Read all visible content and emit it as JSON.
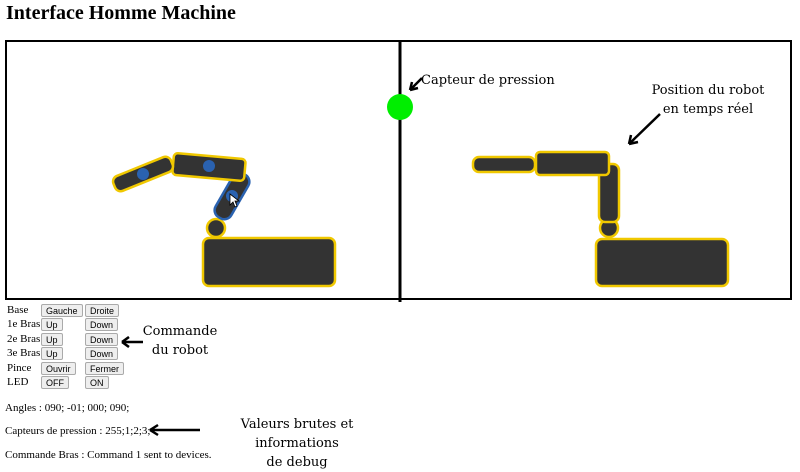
{
  "title": "Interface Homme Machine",
  "annotations": {
    "sensor": "Capteur de pression",
    "position_line1": "Position du robot",
    "position_line2": "en temps réel",
    "command_line1": "Commande",
    "command_line2": "du robot",
    "debug_line1": "Valeurs brutes et informations",
    "debug_line2": "de debug"
  },
  "controls": [
    {
      "label": "Base",
      "btn1": "Gauche",
      "btn2": "Droite"
    },
    {
      "label": "1e Bras",
      "btn1": "Up",
      "btn2": "Down"
    },
    {
      "label": "2e Bras",
      "btn1": "Up",
      "btn2": "Down"
    },
    {
      "label": "3e Bras",
      "btn1": "Up",
      "btn2": "Down"
    },
    {
      "label": "Pince",
      "btn1": "Ouvrir",
      "btn2": "Fermer"
    },
    {
      "label": "LED",
      "btn1": "OFF",
      "btn2": "ON"
    }
  ],
  "info": {
    "angles": "Angles : 090; -01; 000; 090;",
    "pressure": "Capteurs de pression : 255;1;2;3;",
    "command": "Commande Bras : Command 1 sent to devices."
  },
  "colors": {
    "segment": "#333333",
    "outline": "#f0c800",
    "joint": "#2a62b0",
    "sensor": "#00ee00"
  }
}
